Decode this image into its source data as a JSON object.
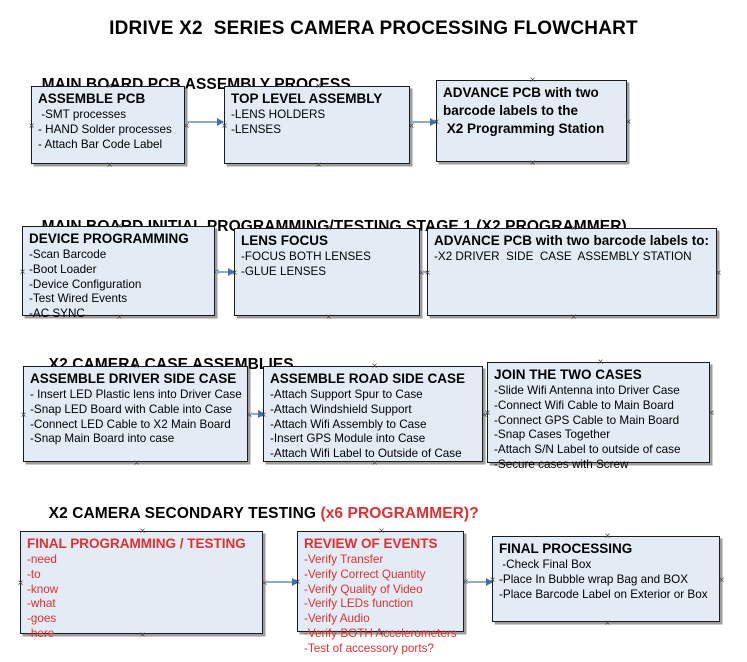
{
  "document": {
    "title": "IDRIVE X2  SERIES CAMERA PROCESSING FLOWCHART",
    "background_color": "#ffffff",
    "box_fill_color": "#e3ebf5",
    "box_border_color": "#1b1b1b",
    "connector_color": "#93acc6",
    "arrowhead_color": "#3f6fae",
    "accent_color": "#e03030"
  },
  "sections": [
    {
      "id": "main-board-pcb-assembly-process",
      "heading": "MAIN BOARD PCB ASSEMBLY PROCESS",
      "heading_accent": "",
      "boxes": [
        {
          "id": "assemble-pcb",
          "title": "ASSEMBLE PCB",
          "lines": [
            " -SMT processes",
            "- HAND Solder processes",
            "- Attach Bar Code Label"
          ]
        },
        {
          "id": "top-level-assembly",
          "title": "TOP LEVEL ASSEMBLY",
          "lines": [
            "-LENS HOLDERS",
            "-LENSES"
          ]
        },
        {
          "id": "advance-pcb-to-x2-programming-station",
          "title": "ADVANCE PCB with two",
          "lines": [
            "barcode labels to the",
            " X2 Programming Station"
          ]
        }
      ],
      "connectors": 2
    },
    {
      "id": "main-board-initial-programming-testing-stage-1",
      "heading": "MAIN BOARD INITIAL PROGRAMMING/TESTING STAGE 1 (X2 PROGRAMMER)",
      "heading_accent": "",
      "boxes": [
        {
          "id": "device-programming",
          "title": "DEVICE PROGRAMMING",
          "lines": [
            "-Scan Barcode",
            "-Boot Loader",
            "-Device Configuration",
            "-Test Wired Events",
            "-AC SYNC"
          ]
        },
        {
          "id": "lens-focus",
          "title": "LENS FOCUS",
          "lines": [
            "-FOCUS BOTH LENSES",
            "-GLUE LENSES"
          ]
        },
        {
          "id": "advance-pcb-to-driver-side-case-assembly-station",
          "title": "ADVANCE PCB with two barcode labels to:",
          "lines": [
            "-X2 DRIVER  SIDE  CASE  ASSEMBLY STATION"
          ]
        }
      ],
      "connectors": 2
    },
    {
      "id": "x2-camera-case-assemblies",
      "heading": "X2 CAMERA CASE ASSEMBLIES",
      "heading_accent": "",
      "boxes": [
        {
          "id": "assemble-driver-side-case",
          "title": "ASSEMBLE DRIVER SIDE CASE",
          "lines": [
            "- Insert LED Plastic lens into Driver Case",
            "-Snap LED Board with Cable into Case",
            "-Connect LED Cable to X2 Main Board",
            "-Snap Main Board into case"
          ]
        },
        {
          "id": "assemble-road-side-case",
          "title": "ASSEMBLE ROAD SIDE CASE",
          "lines": [
            "-Attach Support Spur to Case",
            "-Attach Windshield Support",
            "-Attach Wifi Assembly to Case",
            "-Insert GPS Module into Case",
            "-Attach Wifi Label to Outside of Case"
          ]
        },
        {
          "id": "join-the-two-cases",
          "title": "JOIN THE TWO CASES",
          "lines": [
            "-Slide Wifi Antenna into Driver Case",
            "-Connect Wifi Cable to Main Board",
            "-Connect GPS Cable to Main Board",
            "-Snap Cases Together",
            "-Attach S/N Label to outside of case",
            "-Secure cases with Screw"
          ]
        }
      ],
      "connectors": 2
    },
    {
      "id": "x2-camera-secondary-testing",
      "heading": "X2 CAMERA SECONDARY TESTING ",
      "heading_accent": "(x6 PROGRAMMER)?",
      "boxes": [
        {
          "id": "final-programming-testing",
          "title": "FINAL PROGRAMMING / TESTING",
          "lines": [
            "-need",
            "-to",
            "-know",
            "-what",
            "-goes",
            "-here"
          ]
        },
        {
          "id": "review-of-events",
          "title": "REVIEW OF EVENTS",
          "lines": [
            "-Verify Transfer",
            "-Verify Correct Quantity",
            "-Verify Quality of Video",
            "-Verify LEDs function",
            "-Verify Audio",
            "-Verify BOTH Accelerometers",
            "-Test of accessory ports?"
          ]
        },
        {
          "id": "final-processing",
          "title": "FINAL PROCESSING",
          "lines": [
            " -Check Final Box",
            "-Place In Bubble wrap Bag and BOX",
            "-Place Barcode Label on Exterior or Box"
          ]
        }
      ],
      "connectors": 2
    }
  ]
}
